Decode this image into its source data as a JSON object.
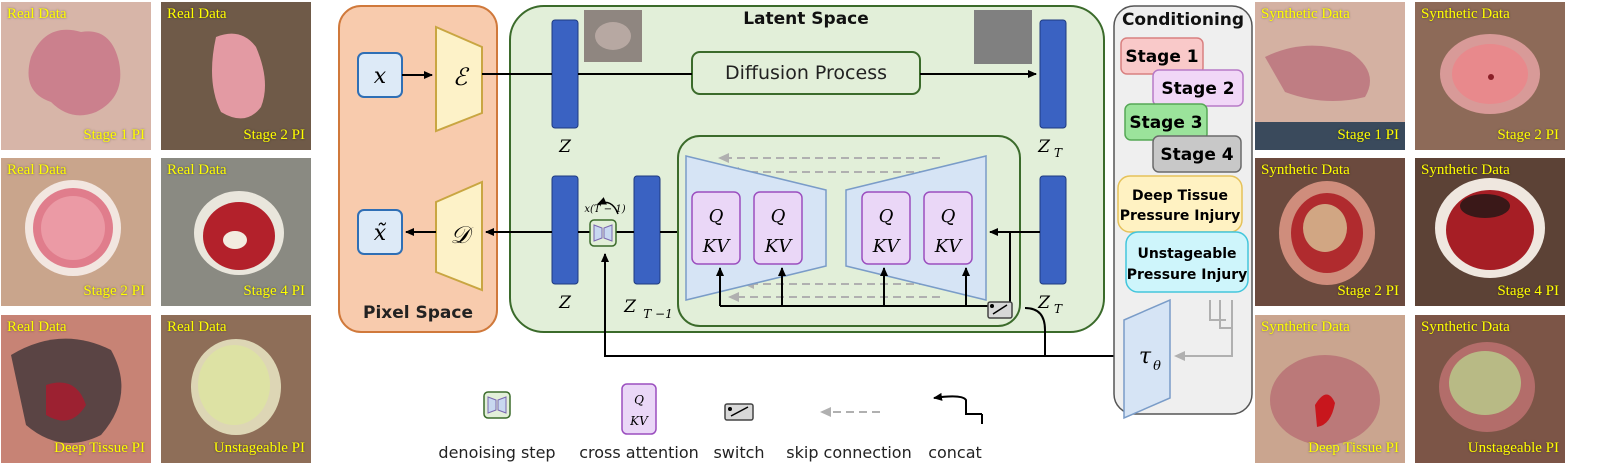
{
  "real_tiles": [
    {
      "tag": "Real Data",
      "label": "Stage 1 PI"
    },
    {
      "tag": "Real Data",
      "label": "Stage 2 PI"
    },
    {
      "tag": "Real Data",
      "label": "Stage 2 PI"
    },
    {
      "tag": "Real Data",
      "label": "Stage 4 PI"
    },
    {
      "tag": "Real Data",
      "label": "Deep Tissue PI"
    },
    {
      "tag": "Real Data",
      "label": "Unstageable PI"
    }
  ],
  "synthetic_tiles": [
    {
      "tag": "Synthetic Data",
      "label": "Stage 1 PI"
    },
    {
      "tag": "Synthetic Data",
      "label": "Stage 2 PI"
    },
    {
      "tag": "Synthetic Data",
      "label": "Stage 2 PI"
    },
    {
      "tag": "Synthetic Data",
      "label": "Stage 4 PI"
    },
    {
      "tag": "Synthetic Data",
      "label": "Deep Tissue PI"
    },
    {
      "tag": "Synthetic Data",
      "label": "Unstageable PI"
    }
  ],
  "pixel_space": {
    "title": "Pixel Space",
    "input_symbol": "x",
    "output_symbol": "x̃",
    "encoder_symbol": "ℰ",
    "decoder_symbol": "𝒟"
  },
  "latent_space": {
    "title": "Latent Space",
    "diffusion_label": "Diffusion Process",
    "z_label": "Z",
    "zt_label": "Z",
    "zt_sub": "T",
    "zt1_label": "Z",
    "zt1_sub": "T −1",
    "step_label": "x(T − 1)",
    "attention_q": "Q",
    "attention_kv": "KV"
  },
  "conditioning": {
    "title": "Conditioning",
    "items": [
      {
        "label": "Stage 1",
        "color": "#f9c9c9",
        "border": "#d98080"
      },
      {
        "label": "Stage 2",
        "color": "#f1d7f7",
        "border": "#b77ac7"
      },
      {
        "label": "Stage 3",
        "color": "#9be39b",
        "border": "#56a856"
      },
      {
        "label": "Stage 4",
        "color": "#c8c8c8",
        "border": "#6a6a6a"
      }
    ],
    "deep_tissue": "Deep Tissue\nPressure Injury",
    "unstageable": "Unstageable\nPressure Injury",
    "tau_symbol": "τ",
    "tau_sub": "θ"
  },
  "legend": {
    "denoising": "denoising step",
    "cross_attention": "cross attention",
    "switch": "switch",
    "skip": "skip connection",
    "concat": "concat"
  },
  "colors": {
    "pixel_bg": "#f8cbad",
    "pixel_border": "#d0793b",
    "latent_bg": "#e2efd9",
    "latent_border": "#3b6b2b",
    "z_block": "#3a62c2",
    "encoder_fill": "#fdf2c8",
    "attention_fill": "#ead7f7",
    "unet_fill": "#d6e4f5",
    "cond_bg": "#efefef"
  }
}
